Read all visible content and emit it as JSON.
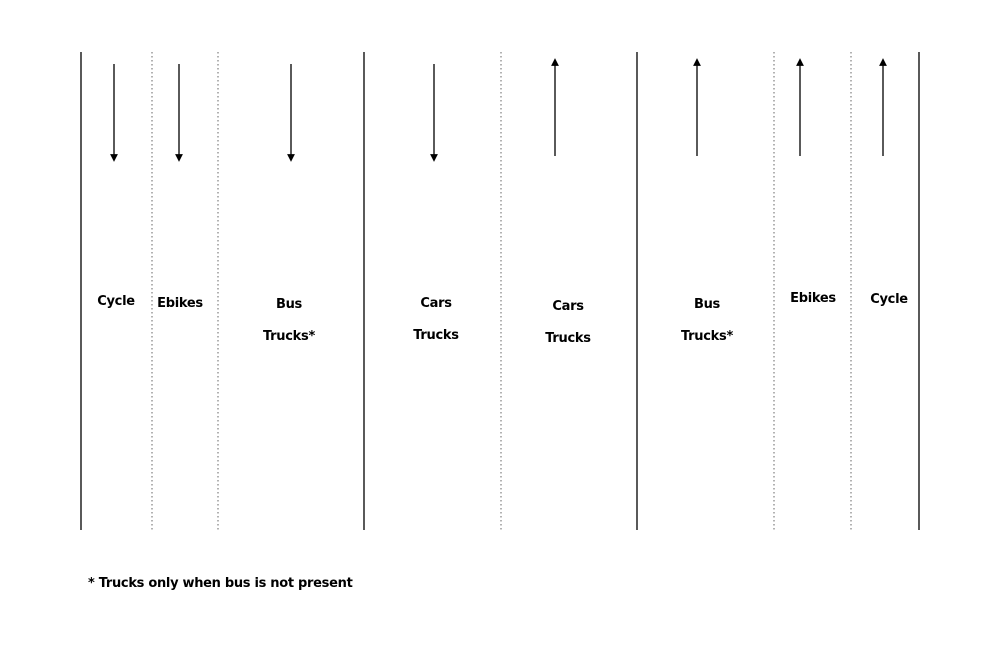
{
  "lanes": [
    {
      "lines": [
        "Cycle"
      ],
      "direction": "down"
    },
    {
      "lines": [
        "Ebikes"
      ],
      "direction": "down"
    },
    {
      "lines": [
        "Bus",
        "Trucks*"
      ],
      "direction": "down"
    },
    {
      "lines": [
        "Cars",
        "Trucks"
      ],
      "direction": "down"
    },
    {
      "lines": [
        "Cars",
        "Trucks"
      ],
      "direction": "up"
    },
    {
      "lines": [
        "Bus",
        "Trucks*"
      ],
      "direction": "up"
    },
    {
      "lines": [
        "Ebikes"
      ],
      "direction": "up"
    },
    {
      "lines": [
        "Cycle"
      ],
      "direction": "up"
    }
  ],
  "dividers": [
    "solid",
    "dotted",
    "dotted",
    "solid",
    "dotted",
    "solid",
    "dotted",
    "dotted",
    "solid"
  ],
  "footnote": "* Trucks only when bus is not present"
}
